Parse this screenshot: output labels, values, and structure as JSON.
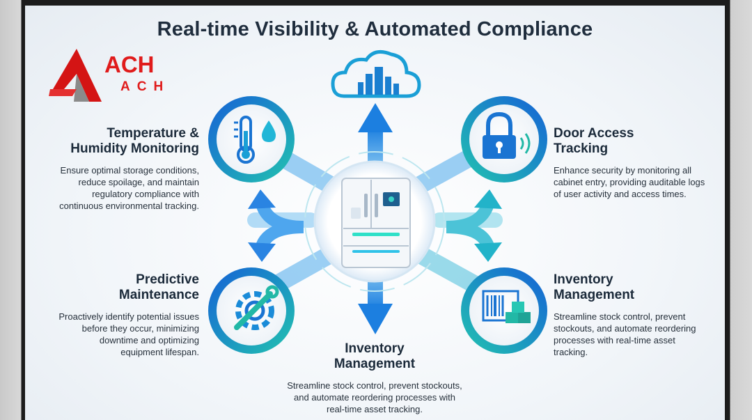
{
  "title": "Real-time Visibility & Automated Compliance",
  "logo": {
    "top": "ACH",
    "bottom": "ACH"
  },
  "nodes": {
    "temperature": {
      "heading_line1": "Temperature &",
      "heading_line2": "Humidity Monitoring",
      "desc": [
        "Ensure optimal storage conditions,",
        "reduce spoilage, and maintain",
        "regulatory compliance with",
        "continuous environmental tracking."
      ],
      "icon": "thermometer-droplet-icon"
    },
    "door": {
      "heading_line1": "Door Access",
      "heading_line2": "Tracking",
      "desc": [
        "Enhance security by monitoring all",
        "cabinet entry, providing auditable logs",
        "of user activity and access times."
      ],
      "icon": "padlock-wireless-icon"
    },
    "predictive": {
      "heading_line1": "Predictive",
      "heading_line2": "Maintenance",
      "desc": [
        "Proactively identify potential issues",
        "before they occur, minimizing",
        "downtime and optimizing",
        "equipment lifespan."
      ],
      "icon": "gear-wrench-icon"
    },
    "inventory_right": {
      "heading_line1": "Inventory",
      "heading_line2": "Management",
      "desc": [
        "Streamline stock control, prevent",
        "stockouts, and automate reordering",
        "processes with real-time asset",
        "tracking."
      ],
      "icon": "barcode-boxes-icon"
    },
    "inventory_bottom": {
      "heading_line1": "Inventory",
      "heading_line2": "Management",
      "desc": [
        "Streamline stock control, prevent stockouts,",
        "and automate reordering processes with",
        "real-time asset tracking."
      ]
    },
    "center": {
      "icon": "smart-refrigerator-icon"
    },
    "top": {
      "icon": "cloud-buildings-icon"
    }
  },
  "colors": {
    "blue": "#1a6fd1",
    "teal": "#1fb8a6",
    "cyan": "#2bb7e8",
    "navy": "#1b2a3a",
    "red": "#e01b1b"
  }
}
